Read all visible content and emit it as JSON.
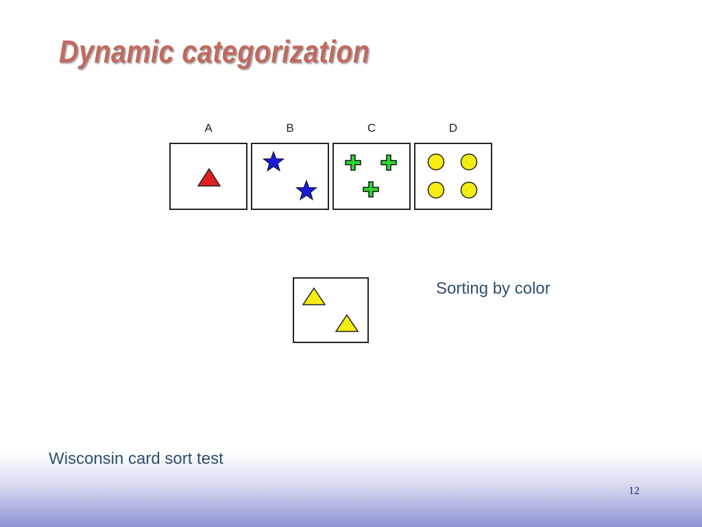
{
  "slide": {
    "title": "Dynamic categorization",
    "sort_caption": "Sorting by color",
    "test_caption": "Wisconsin card sort test",
    "page_number": "12"
  },
  "cards": [
    {
      "label": "A",
      "symbol": "triangle-icon",
      "count": 1,
      "color": "#e02020"
    },
    {
      "label": "B",
      "symbol": "star-icon",
      "count": 2,
      "color": "#1a1ad6"
    },
    {
      "label": "C",
      "symbol": "cross-icon",
      "count": 3,
      "color": "#2ed82e"
    },
    {
      "label": "D",
      "symbol": "circle-icon",
      "count": 4,
      "color": "#f5ec13"
    }
  ],
  "response_card": {
    "symbol": "triangle-icon",
    "count": 2,
    "color": "#f5ec13"
  },
  "colors": {
    "title": "#c06a5f",
    "caption_text": "#2f4f6f",
    "page_number": "#1f2f7a",
    "gradient_bottom": "#8e92d2"
  }
}
